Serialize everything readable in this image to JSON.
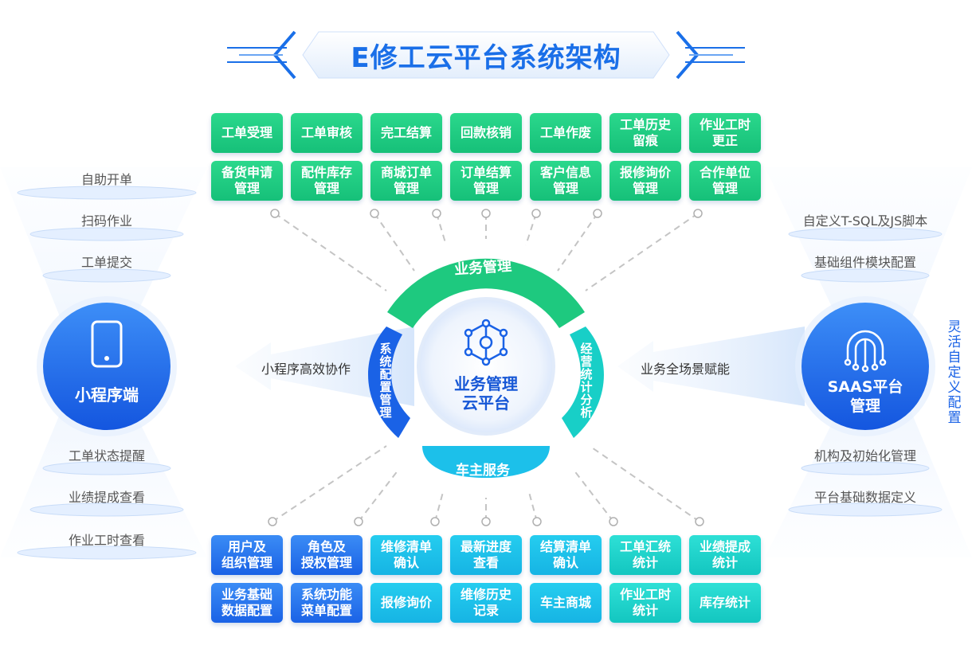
{
  "title": "E修工云平台系统架构",
  "top_row1": [
    "工单受理",
    "工单审核",
    "完工结算",
    "回款核销",
    "工单作废",
    "工单历史\n留痕",
    "作业工时\n更正"
  ],
  "top_row2": [
    "备货申请\n管理",
    "配件库存\n管理",
    "商城订单\n管理",
    "订单结算\n管理",
    "客户信息\n管理",
    "报修询价\n管理",
    "合作单位\n管理"
  ],
  "bottom_row1": [
    "用户及\n组织管理",
    "角色及\n授权管理",
    "维修清单\n确认",
    "最新进度\n查看",
    "结算清单\n确认",
    "工单汇统\n统计",
    "业绩提成\n统计"
  ],
  "bottom_row2": [
    "业务基础\n数据配置",
    "系统功能\n菜单配置",
    "报修询价",
    "维修历史\n记录",
    "车主商城",
    "作业工时\n统计",
    "库存统计"
  ],
  "left_hub": {
    "label": "小程序端",
    "top_items": [
      "自助开单",
      "扫码作业",
      "工单提交"
    ],
    "bottom_items": [
      "工单状态提醒",
      "业绩提成查看",
      "作业工时查看"
    ],
    "arrow_text": "小程序高效协作"
  },
  "right_hub": {
    "label_line1": "SAAS平台",
    "label_line2": "管理",
    "top_items": [
      "自定义T-SQL及JS脚本",
      "基础组件模块配置"
    ],
    "bottom_items": [
      "机构及初始化管理",
      "平台基础数据定义"
    ],
    "arrow_text": "业务全场景赋能",
    "vertical_text": "灵活自定义配置"
  },
  "center": {
    "line1": "业务管理",
    "line2": "云平台",
    "ring_top": "业务管理",
    "ring_left": "系统配置管理",
    "ring_right": "经营统计分析",
    "ring_bottom": "车主服务"
  },
  "colors": {
    "green": "#1ec97f",
    "blue": "#1a62e6",
    "cyan": "#1cc0ea",
    "teal": "#18cfc7",
    "title": "#1a6fe8"
  }
}
